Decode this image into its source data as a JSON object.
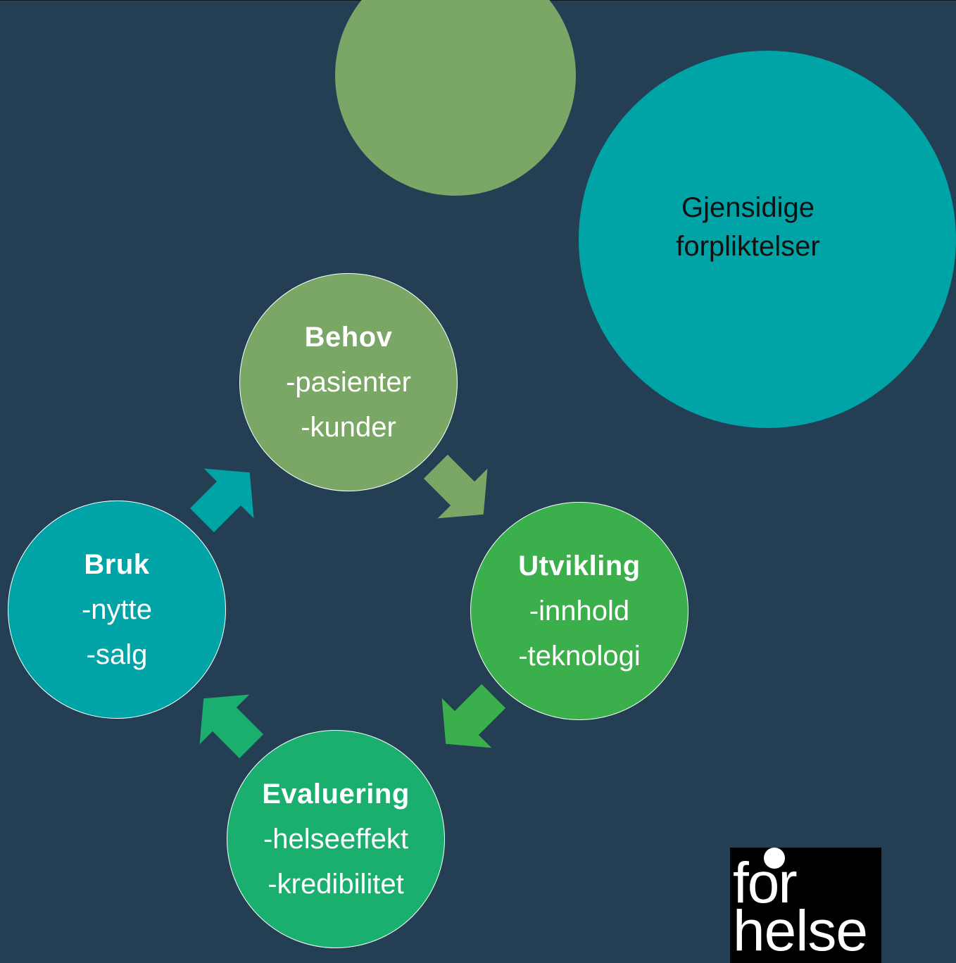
{
  "commitment": {
    "line1": "Gjensidige",
    "line2": "forpliktelser"
  },
  "cycle": {
    "behov": {
      "title": "Behov",
      "line1": "-pasienter",
      "line2": "-kunder"
    },
    "utvikling": {
      "title": "Utvikling",
      "line1": "-innhold",
      "line2": "-teknologi"
    },
    "evaluering": {
      "title": "Evaluering",
      "line1": "-helseeffekt",
      "line2": "-kredibilitet"
    },
    "bruk": {
      "title": "Bruk",
      "line1": "-nytte",
      "line2": "-salg"
    }
  },
  "logo": {
    "line1": "for",
    "line2": "helse"
  },
  "colors": {
    "background": "#243f54",
    "behov": "#7aa666",
    "utvikling": "#3aaf4b",
    "evaluering": "#1aae6f",
    "bruk": "#00a4a6",
    "commitment": "#00a4a6"
  }
}
